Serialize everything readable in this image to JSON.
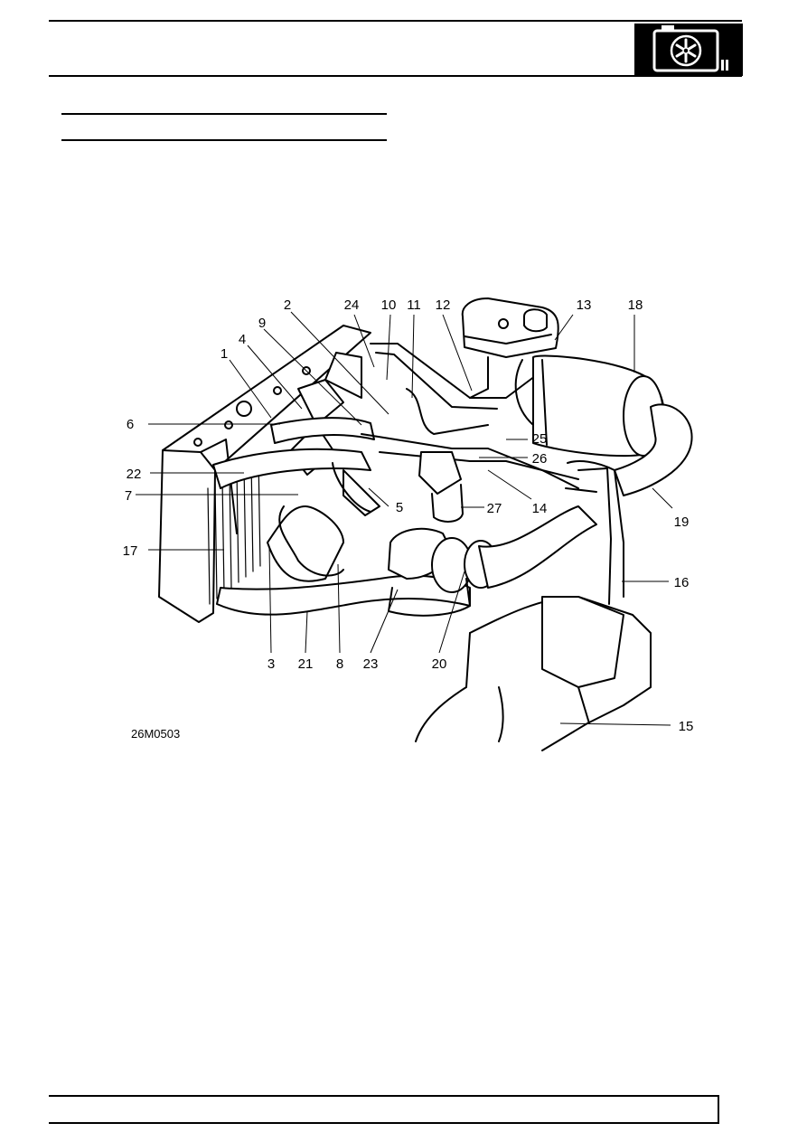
{
  "icons": {
    "section": "cooling-system-fan-icon"
  },
  "diagram": {
    "reference": "26M0503",
    "callouts": [
      "1",
      "2",
      "3",
      "4",
      "5",
      "6",
      "7",
      "8",
      "9",
      "10",
      "11",
      "12",
      "13",
      "14",
      "15",
      "16",
      "17",
      "18",
      "19",
      "20",
      "21",
      "22",
      "23",
      "24",
      "25",
      "26",
      "27"
    ]
  },
  "colors": {
    "ink": "#000000",
    "paper": "#ffffff"
  }
}
